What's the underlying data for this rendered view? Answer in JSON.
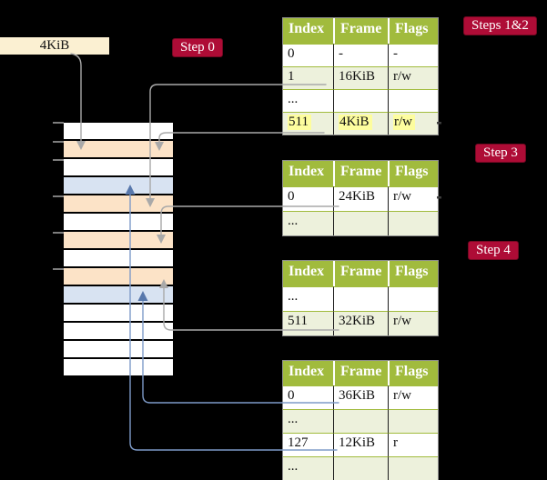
{
  "frame_box": {
    "label": "4KiB"
  },
  "badges": {
    "step0": "Step 0",
    "steps12": "Steps 1&2",
    "step3": "Step 3",
    "step4": "Step 4"
  },
  "memory": {
    "rows": [
      "white",
      "peach",
      "white",
      "blue",
      "peach",
      "white",
      "peach",
      "white",
      "peach",
      "blue",
      "white",
      "white",
      "white",
      "white"
    ]
  },
  "tables": [
    {
      "headers": [
        "Index",
        "Frame",
        "Flags"
      ],
      "rows": [
        {
          "cells": [
            "0",
            "-",
            "-"
          ]
        },
        {
          "cells": [
            "1",
            "16KiB",
            "r/w"
          ]
        },
        {
          "cells": [
            "...",
            "",
            ""
          ]
        },
        {
          "cells": [
            "511",
            "4KiB",
            "r/w"
          ],
          "highlighted": true
        }
      ]
    },
    {
      "headers": [
        "Index",
        "Frame",
        "Flags"
      ],
      "rows": [
        {
          "cells": [
            "0",
            "24KiB",
            "r/w"
          ]
        },
        {
          "cells": [
            "...",
            "",
            ""
          ]
        }
      ]
    },
    {
      "headers": [
        "Index",
        "Frame",
        "Flags"
      ],
      "rows": [
        {
          "cells": [
            "...",
            "",
            ""
          ]
        },
        {
          "cells": [
            "511",
            "32KiB",
            "r/w"
          ]
        }
      ]
    },
    {
      "headers": [
        "Index",
        "Frame",
        "Flags"
      ],
      "rows": [
        {
          "cells": [
            "0",
            "36KiB",
            "r/w"
          ]
        },
        {
          "cells": [
            "...",
            "",
            ""
          ]
        },
        {
          "cells": [
            "127",
            "12KiB",
            "r"
          ]
        },
        {
          "cells": [
            "...",
            "",
            ""
          ]
        }
      ]
    }
  ],
  "colors": {
    "bg": "#000000",
    "badge": "#AE0C36",
    "header_green": "#A1BB3D",
    "row_green": "#EDF1DC",
    "peach": "#FCE3C7",
    "light_blue": "#D8E3F2",
    "cream": "#FBF0D2",
    "highlight_yellow": "#FDFD9E",
    "line_gray": "#A9A9A9",
    "line_blue": "#7E9BC9",
    "arrow_blue": "#5878AC"
  }
}
